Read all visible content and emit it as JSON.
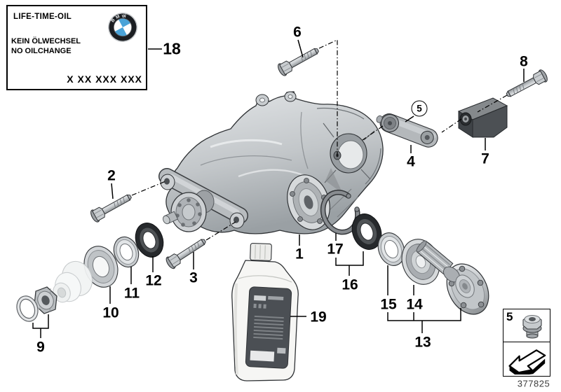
{
  "plate": {
    "line1": "LIFE-TIME-OIL",
    "line2": "KEIN ÖLWECHSEL",
    "line3": "NO OILCHANGE",
    "code": "X XX XXX XXX"
  },
  "logo": {
    "b": "B",
    "m": "M",
    "w": "W"
  },
  "callouts": {
    "n1": "1",
    "n2": "2",
    "n3": "3",
    "n4": "4",
    "c5": "5",
    "n6": "6",
    "n7": "7",
    "n8": "8",
    "n9": "9",
    "n10": "10",
    "n11": "11",
    "n12": "12",
    "n13": "13",
    "n14": "14",
    "n15": "15",
    "n16": "16",
    "n17": "17",
    "n18": "18",
    "n19": "19"
  },
  "legend": {
    "number": "5"
  },
  "diagram_number": "377825",
  "icons": {
    "legend_top": "flange-nut-icon",
    "legend_bottom": "install-direction-arrow-icon",
    "plate_logo": "bmw-roundel"
  },
  "colors": {
    "outline": "#303336",
    "metal": "#c6cacd",
    "metal_dark": "#8d9195",
    "seal_black": "#26292c",
    "rubber_block": "#4c5054",
    "roundel_blue": "#4aa3d8",
    "label_dark": "#4b4f54"
  }
}
